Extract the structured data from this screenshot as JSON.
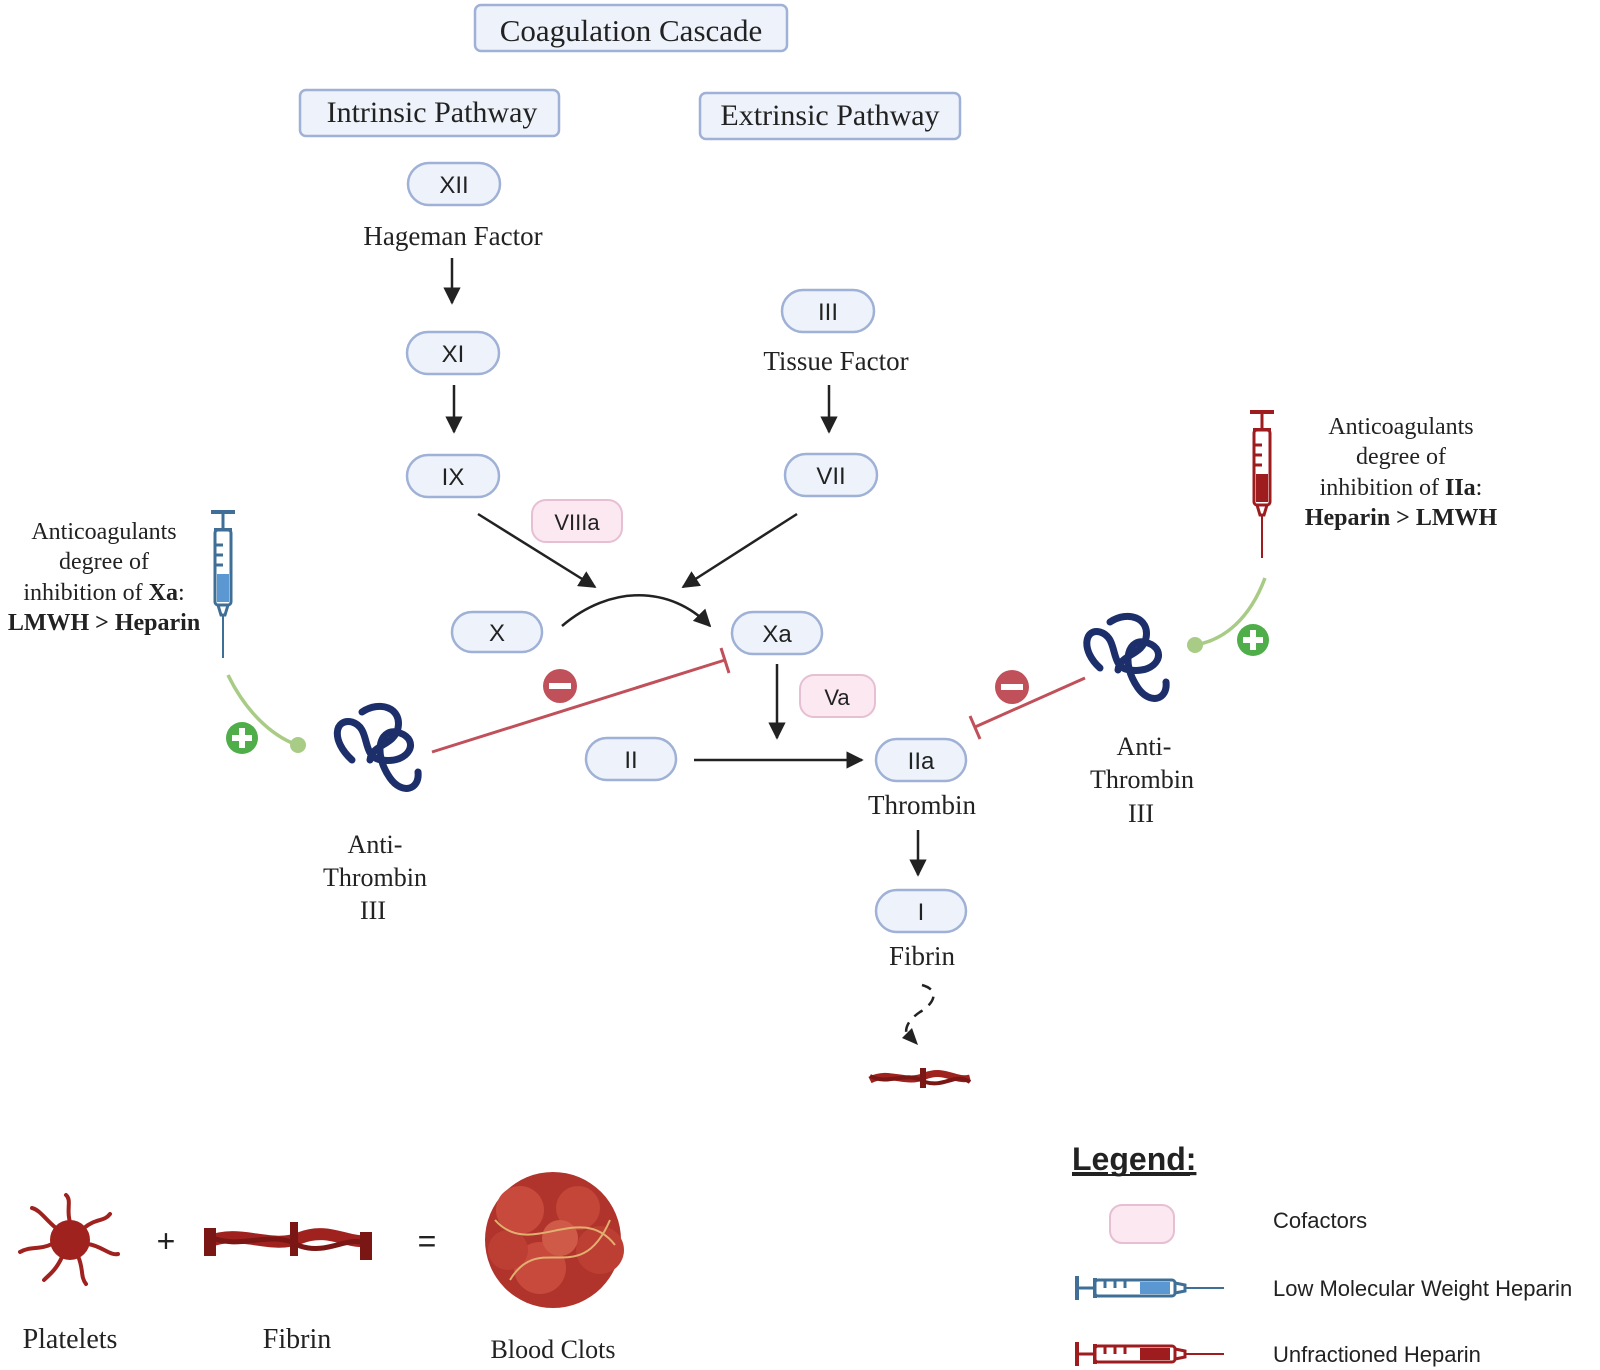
{
  "title": "Coagulation Cascade",
  "pathways": {
    "intrinsic": "Intrinsic Pathway",
    "extrinsic": "Extrinsic Pathway"
  },
  "factors": {
    "xii": "XII",
    "xi": "XI",
    "ix": "IX",
    "iii": "III",
    "vii": "VII",
    "x": "X",
    "xa": "Xa",
    "ii": "II",
    "iia": "IIa",
    "i": "I"
  },
  "factor_names": {
    "hageman": "Hageman Factor",
    "tissue": "Tissue Factor",
    "thrombin": "Thrombin",
    "fibrin": "Fibrin"
  },
  "cofactors": {
    "viiia": "VIIIa",
    "va": "Va"
  },
  "antithrombin": {
    "line1": "Anti-",
    "line2": "Thrombin",
    "line3": "III"
  },
  "left_note": {
    "line1": "Anticoagulants",
    "line2": "degree of",
    "line3_prefix": "inhibition of ",
    "line3_bold": "Xa",
    "line3_suffix": ":",
    "line4": "LMWH > Heparin"
  },
  "right_note": {
    "line1": "Anticoagulants",
    "line2": "degree of",
    "line3_prefix": "inhibition of ",
    "line3_bold": "IIa",
    "line3_suffix": ":",
    "line4": "Heparin > LMWH"
  },
  "equation": {
    "plus": "+",
    "equals": "=",
    "platelets": "Platelets",
    "fibrin": "Fibrin",
    "clots": "Blood Clots"
  },
  "legend": {
    "title": "Legend:",
    "items": [
      "Cofactors",
      "Low Molecular Weight Heparin",
      "Unfractioned Heparin"
    ]
  },
  "colors": {
    "pill_fill": "#eef3fb",
    "pill_stroke": "#9fb1d6",
    "cofactor_fill": "#fbe8f1",
    "inhibit": "#c0505a",
    "activate": "#a8cc86",
    "activate_badge": "#4fae4a",
    "lmwh_blue": "#3f6f96",
    "heparin_red": "#9e1b1e",
    "antithrombin_navy": "#1c2f6b",
    "clot_red": "#a0221f"
  }
}
